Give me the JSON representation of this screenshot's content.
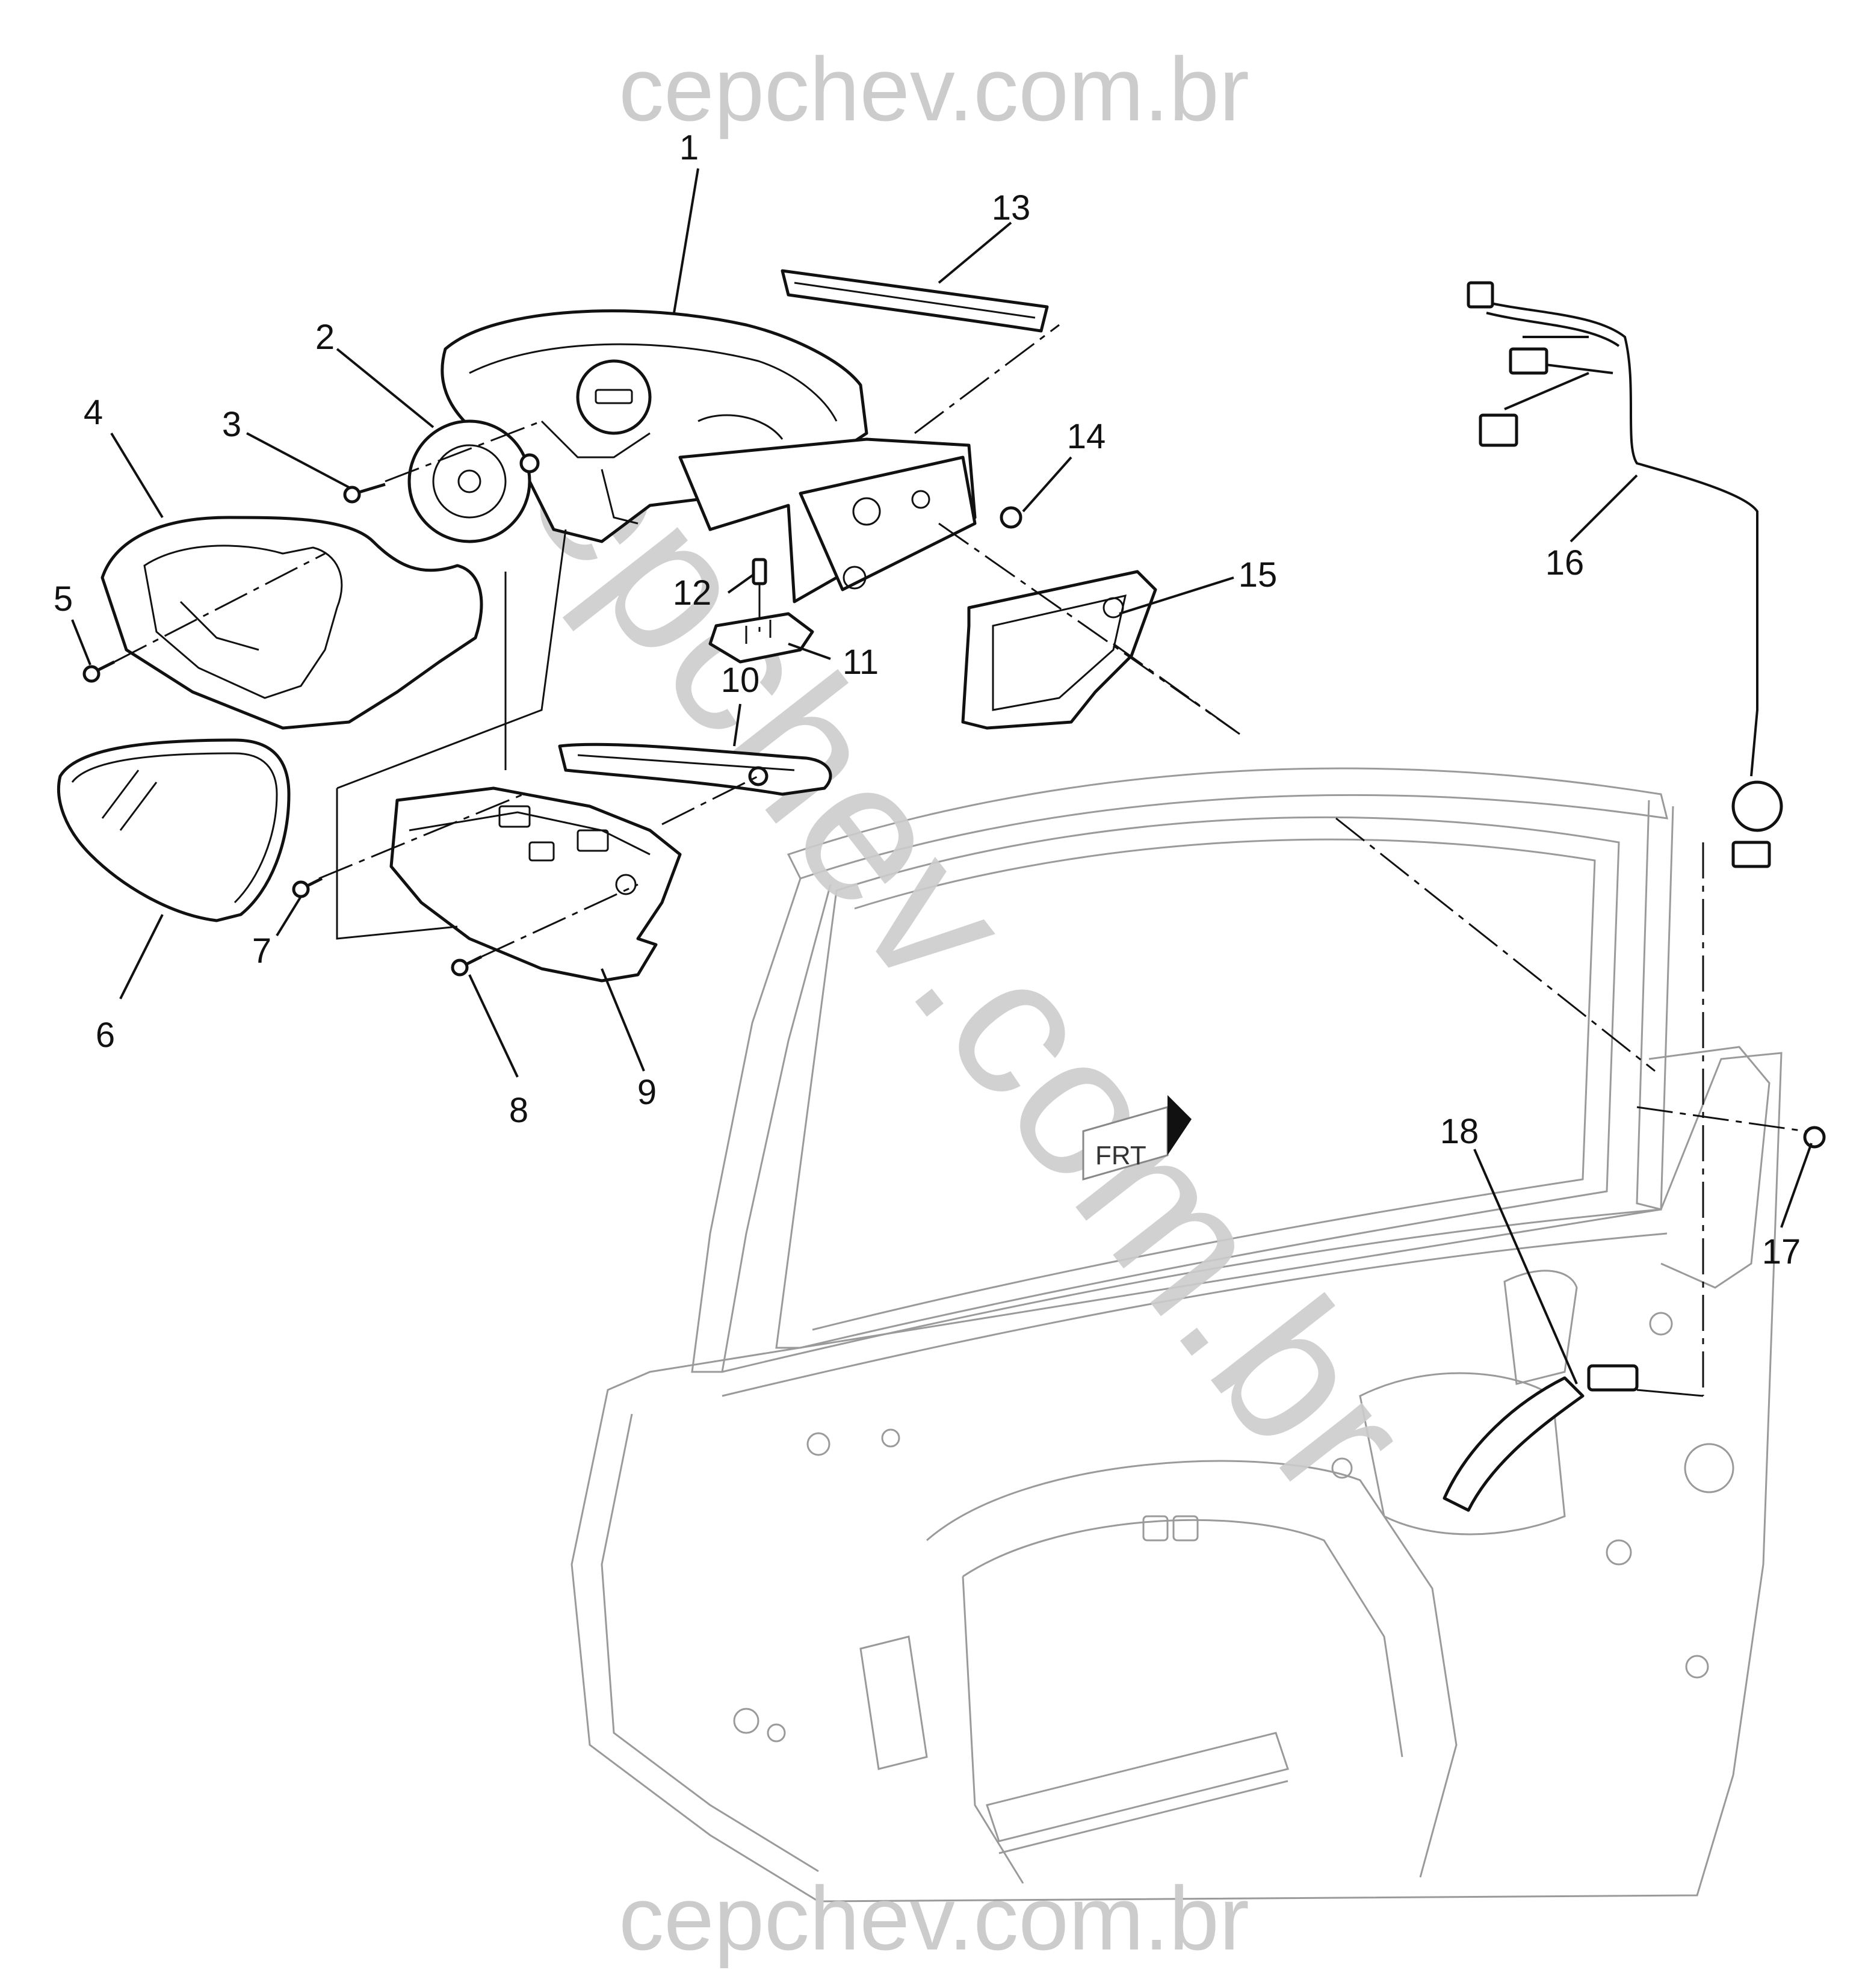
{
  "watermark": {
    "top": "cepchev.com.br",
    "bottom": "cepchev.com.br",
    "diagonal": "cepchev.com.br"
  },
  "direction_marker": "FRT",
  "callouts": [
    "1",
    "2",
    "3",
    "4",
    "5",
    "6",
    "7",
    "8",
    "9",
    "10",
    "11",
    "12",
    "13",
    "14",
    "15",
    "16",
    "17",
    "18"
  ]
}
